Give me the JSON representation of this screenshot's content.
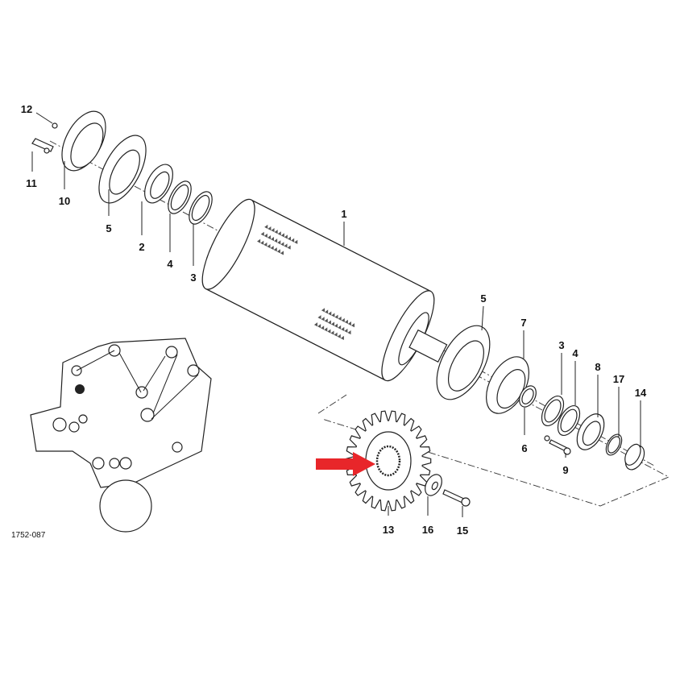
{
  "diagram": {
    "drawing_code": "1752-087",
    "callouts": [
      "12",
      "11",
      "10",
      "5",
      "2",
      "4",
      "3",
      "1",
      "5",
      "7",
      "3",
      "4",
      "8",
      "17",
      "14",
      "6",
      "9",
      "13",
      "16",
      "15"
    ],
    "accent_color": "#e8262a"
  }
}
